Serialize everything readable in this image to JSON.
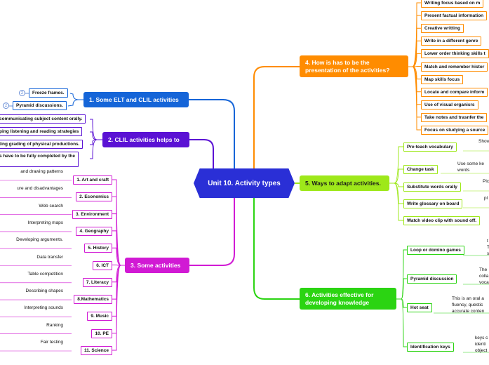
{
  "central": "Unit 10. Activity types",
  "colors": {
    "blue": "#1565d8",
    "purple": "#5b12d4",
    "magenta": "#d11ad4",
    "orange": "#ff8c00",
    "yellowgreen": "#9ee81a",
    "green": "#2bd412",
    "central": "#2a2fd6"
  },
  "branch1": {
    "title": "1. Some ELT and CLIL activities",
    "items": [
      "Freeze frames.",
      "Pyramid discussions."
    ],
    "badges": [
      "2",
      "2"
    ]
  },
  "branch2": {
    "title": "2. CLIL activities helps to",
    "items": [
      "communicating subject content orally.",
      "ping listening and reading strategies",
      "ting grading of physical productions.",
      "s have to be fully completed by the"
    ]
  },
  "branch3": {
    "title": "3. Some activities",
    "items": [
      {
        "sub": "1. Art and craft",
        "leaf": "and drawing patterns"
      },
      {
        "sub": "2. Economics",
        "leaf": "ure and disadvantages"
      },
      {
        "sub": "3. Environment",
        "leaf": "Web search"
      },
      {
        "sub": "4. Geography",
        "leaf": "Interpreting maps"
      },
      {
        "sub": "5. History",
        "leaf": "Developing arguments."
      },
      {
        "sub": "6. ICT",
        "leaf": "Data transfer"
      },
      {
        "sub": "7. Literacy",
        "leaf": "Table competition"
      },
      {
        "sub": "8.Mathematics",
        "leaf": "Describing shapes"
      },
      {
        "sub": "9. Music",
        "leaf": "Interpreting sounds"
      },
      {
        "sub": "10. PE",
        "leaf": "Ranking"
      },
      {
        "sub": "11. Science",
        "leaf": "Fair testing"
      }
    ]
  },
  "branch4": {
    "title": "4. How is has to be the presentation of the activities?",
    "items": [
      "Writing focus based on  m",
      "Present factual information",
      "Creative writting",
      "Write in a different genre",
      "Lower order thinking skills t",
      "Match and remember histor",
      "Map skills focus",
      "Locate and compare inform",
      "Use of visual organisrs",
      "Take notes and  trasnfer the",
      "Focus on studying a source"
    ]
  },
  "branch5": {
    "title": "5. Ways to adapt activities.",
    "items": [
      {
        "sub": "Pre-teach vocabulary",
        "leaf": [
          "Show"
        ]
      },
      {
        "sub": "Change task",
        "leaf": [
          "Use some ke",
          "words"
        ]
      },
      {
        "sub": "Substitute words orally",
        "leaf": [
          "Pic"
        ]
      },
      {
        "sub": "Write glossary on board",
        "leaf": [
          "pl"
        ]
      },
      {
        "sub": "Watch video clip with sound off.",
        "leaf": []
      }
    ]
  },
  "branch6": {
    "title": "6. Activities effective for developing knowledge",
    "items": [
      {
        "sub": "Loop or domino games",
        "leaf": [
          "t",
          "T",
          "s"
        ]
      },
      {
        "sub": "Pyramid discussion",
        "leaf": [
          "The",
          "colla",
          "voca"
        ]
      },
      {
        "sub": "Hot seat",
        "leaf": [
          "This is an oral a",
          "fluency, questic",
          "accurate conten"
        ]
      },
      {
        "sub": "Identification keys",
        "leaf": [
          "keys c",
          "identi",
          "object"
        ]
      }
    ]
  }
}
